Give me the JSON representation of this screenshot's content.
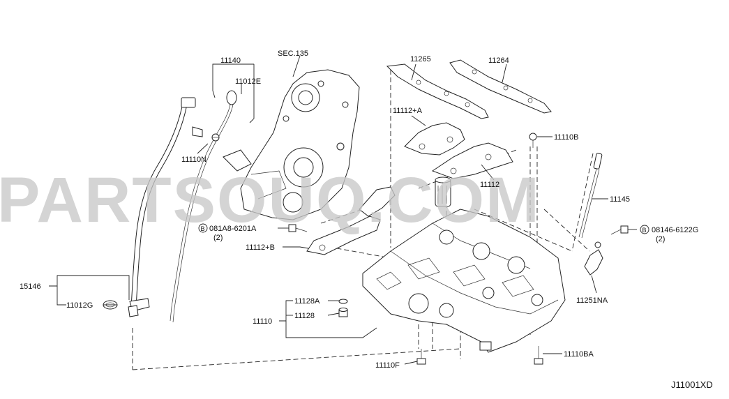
{
  "watermark": "PARTSOUQ.COM",
  "diagram_code": "J11001XD",
  "labels": {
    "p11140": "11140",
    "sec135": "SEC.135",
    "p11012E": "11012E",
    "p11110N": "11110N",
    "p081A8": "081A8-6201A",
    "p081A8_qty": "(2)",
    "p11112B": "11112+B",
    "p15146": "15146",
    "p11012G": "11012G",
    "p11265": "11265",
    "p11264": "11264",
    "p11112A": "11112+A",
    "p11110B": "11110B",
    "p11112": "11112",
    "p11145": "11145",
    "p08146": "08146-6122G",
    "p08146_qty": "(2)",
    "p11251NA": "11251NA",
    "p11128A": "11128A",
    "p11128": "11128",
    "p11110": "11110",
    "p11110F": "11110F",
    "p11110BA": "11110BA"
  },
  "bolt_marker": "B"
}
